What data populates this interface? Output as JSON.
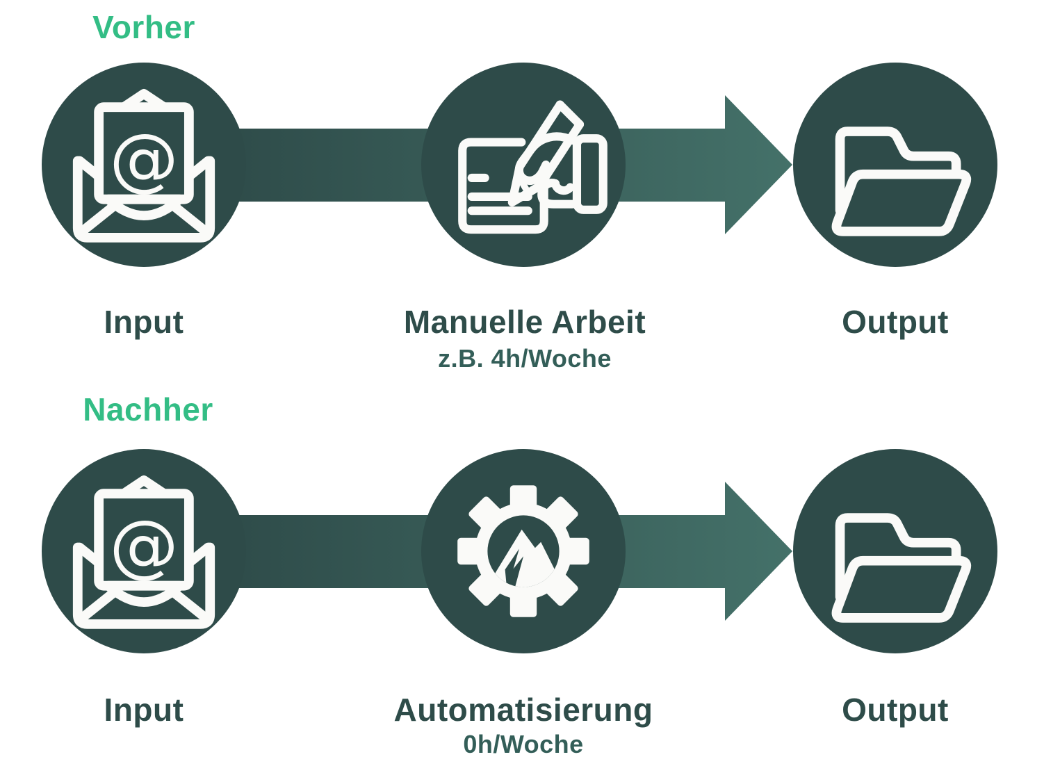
{
  "colors": {
    "background": "#FFFFFF",
    "circle-fill": "#2E4B49",
    "connector-start": "#2E4B49",
    "connector-end": "#447169",
    "accent-green": "#33BD85",
    "label-color": "#2E4C49",
    "sublabel-color": "#335E58",
    "icon-color": "#FAFAF8"
  },
  "sections": [
    {
      "id": "before",
      "title": "Vorher",
      "nodes": [
        {
          "icon": "open-email-icon",
          "label": "Input"
        },
        {
          "icon": "hand-writing-icon",
          "label": "Manuelle Arbeit",
          "sublabel": "z.B. 4h/Woche"
        },
        {
          "icon": "open-folder-icon",
          "label": "Output"
        }
      ]
    },
    {
      "id": "after",
      "title": "Nachher",
      "nodes": [
        {
          "icon": "open-email-icon",
          "label": "Input"
        },
        {
          "icon": "gear-mountain-icon",
          "label": "Automatisierung",
          "sublabel": "0h/Woche"
        },
        {
          "icon": "open-folder-icon",
          "label": "Output"
        }
      ]
    }
  ]
}
